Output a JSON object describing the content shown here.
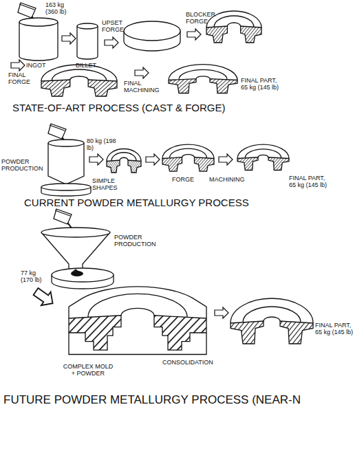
{
  "diagram": {
    "labels": [
      "163 kg (360 lb)",
      "INGOT",
      "BILLET",
      "UPSET FORGE",
      "BLOCKER FORGE",
      "FINAL FORGE",
      "FINAL MACHINING",
      "FINAL PART, 65 kg (145 lb)",
      "STATE-OF-ART PROCESS (CAST & FORGE)",
      "POWDER PRODUCTION",
      "80 kg (198 lb)",
      "SIMPLE SHAPES",
      "FORGE",
      "MACHINING",
      "FINAL PART, 65 kg (145 lb)",
      "CURRENT POWDER METALLURGY PROCESS",
      "POWDER PRODUCTION",
      "77 kg (170 lb)",
      "CONSOLIDATION",
      "COMPLEX MOLD + POWDER",
      "FINAL PART, 65 kg (145 lb)",
      "FUTURE POWDER METALLURGY PROCESS (NEAR-N"
    ]
  }
}
